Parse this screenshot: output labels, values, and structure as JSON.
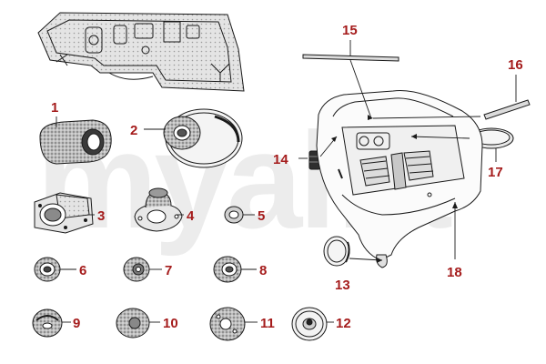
{
  "watermark": "myalfa",
  "colors": {
    "callout_text": "#a51c1c",
    "callout_line": "#a51c1c",
    "line_art": "#1a1a1a",
    "watermark": "#ececec"
  },
  "callouts": [
    {
      "id": "1",
      "label": "1"
    },
    {
      "id": "2",
      "label": "2"
    },
    {
      "id": "3",
      "label": "3"
    },
    {
      "id": "4",
      "label": "4"
    },
    {
      "id": "5",
      "label": "5"
    },
    {
      "id": "6",
      "label": "6"
    },
    {
      "id": "7",
      "label": "7"
    },
    {
      "id": "8",
      "label": "8"
    },
    {
      "id": "9",
      "label": "9"
    },
    {
      "id": "10",
      "label": "10"
    },
    {
      "id": "11",
      "label": "11"
    },
    {
      "id": "12",
      "label": "12"
    },
    {
      "id": "13",
      "label": "13"
    },
    {
      "id": "14",
      "label": "14"
    },
    {
      "id": "15",
      "label": "15"
    },
    {
      "id": "16",
      "label": "16"
    },
    {
      "id": "17",
      "label": "17"
    },
    {
      "id": "18",
      "label": "18"
    }
  ]
}
